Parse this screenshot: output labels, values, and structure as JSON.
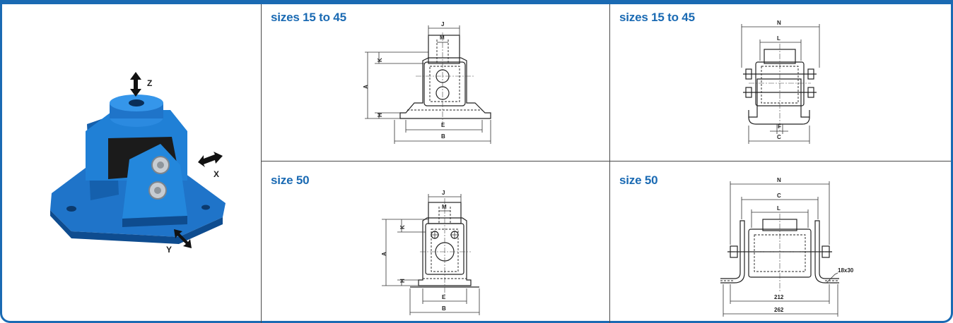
{
  "photo": {
    "axes": {
      "z": "Z",
      "x": "X",
      "y": "Y"
    },
    "colors": {
      "body": "#1f74c9",
      "dark": "#0e4c8f",
      "rubber": "#1b1b1b",
      "bolt": "#c7ccd2"
    }
  },
  "panels": {
    "top_left": {
      "title": "sizes 15 to 45",
      "dims": {
        "J": "J",
        "M": "M",
        "K": "K",
        "A": "A",
        "H": "H",
        "E": "E",
        "B": "B"
      }
    },
    "top_right": {
      "title": "sizes 15 to 45",
      "dims": {
        "N": "N",
        "L": "L",
        "F": "F",
        "C": "C"
      }
    },
    "bottom_left": {
      "title": "size 50",
      "dims": {
        "J": "J",
        "M": "M",
        "K": "K",
        "A": "A",
        "H": "H",
        "E": "E",
        "B": "B"
      }
    },
    "bottom_right": {
      "title": "size 50",
      "dims": {
        "N": "N",
        "C": "C",
        "L": "L",
        "hole": "18x30",
        "inner": "212",
        "outer": "262"
      }
    }
  },
  "colors": {
    "accent": "#1a6ab3"
  }
}
